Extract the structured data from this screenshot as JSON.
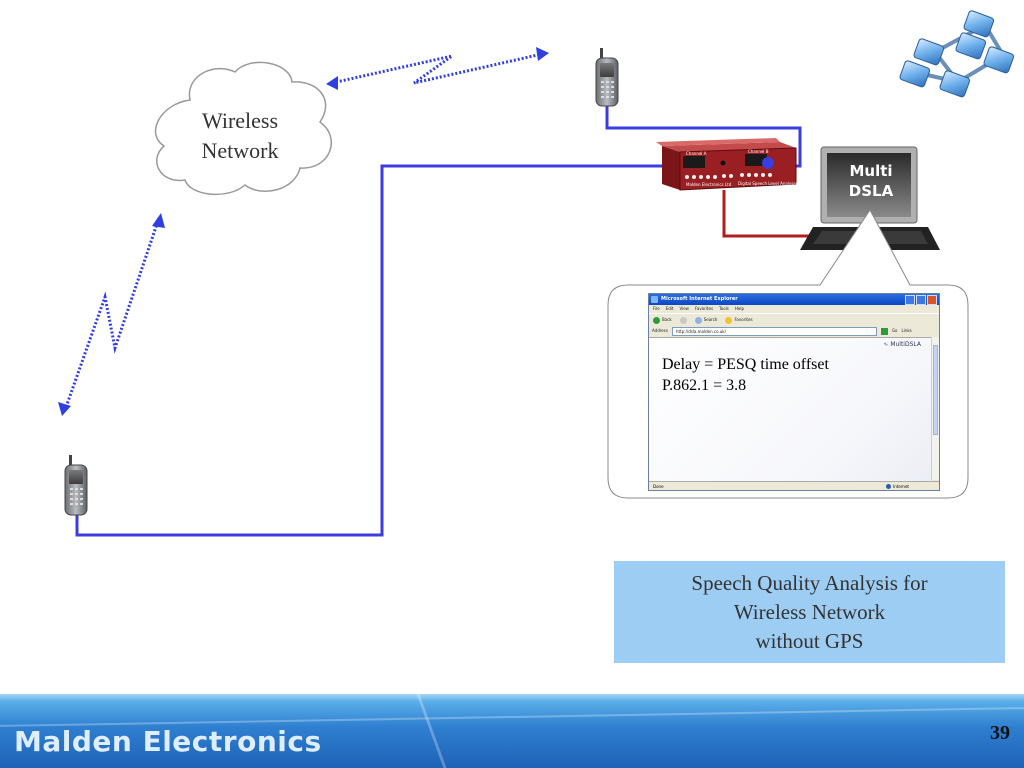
{
  "cloud": {
    "line1": "Wireless",
    "line2": "Network"
  },
  "monitor": {
    "line1": "Multi",
    "line2": "DSLA"
  },
  "device": {
    "channel_a": "Channel A",
    "channel_b": "Channel B",
    "maker": "Malden Electronics Ltd",
    "model": "Digital Speech Level Analyser II",
    "body_color": "#9a1f22"
  },
  "browser": {
    "title": "Microsoft Internet Explorer",
    "menu": [
      "File",
      "Edit",
      "View",
      "Favorites",
      "Tools",
      "Help"
    ],
    "toolbar": {
      "back": "Back",
      "search": "Search",
      "favorites": "Favorites"
    },
    "address_label": "Address",
    "address": "http://dsla.malden.co.uk/",
    "go": "Go",
    "links": "Links",
    "brand": "MultiDSLA",
    "status_left": "Done",
    "status_zone": "Internet"
  },
  "result": {
    "delay": "Delay = PESQ time offset",
    "score": "P.862.1 = 3.8"
  },
  "caption": {
    "line1": "Speech Quality Analysis for",
    "line2": "Wireless Network",
    "line3": "without GPS"
  },
  "footer": {
    "brand": "Malden Electronics",
    "page": "39"
  },
  "colors": {
    "cable": "#3b3de0",
    "link": "#b01c1c",
    "caption_bg": "#9ecdf4",
    "radio_link": "#2f3fe0"
  }
}
